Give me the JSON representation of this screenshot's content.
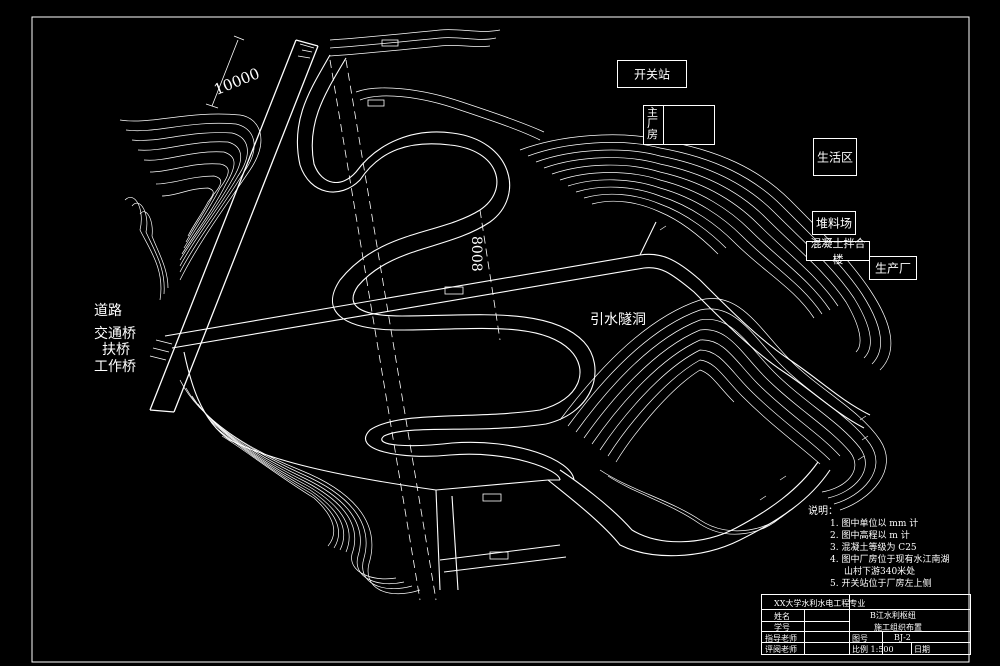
{
  "labels": {
    "switchyard": "开关站",
    "main_building_a": "主",
    "main_building_b": "厂",
    "main_building_c": "房",
    "living_area": "生活区",
    "stockpile": "堆料场",
    "concrete_mixing": "混凝土拌合楼",
    "factory": "生产厂",
    "road": "道路",
    "traffic_bridge": "交通桥",
    "trestle": "扶桥",
    "work_bridge": "工作桥",
    "diversion_tunnel": "引水隧洞",
    "dim_10000": "10000",
    "dim_8008": "8008"
  },
  "notes": {
    "title": "说明：",
    "items": [
      "1. 图中单位以 mm 计",
      "2. 图中高程以 m 计",
      "3. 混凝土等级为 C25",
      "4. 图中厂房位于现有水江南湖",
      "山村下游340米处",
      "5. 开关站位于厂房左上侧"
    ]
  },
  "title_block": {
    "school": "XX大学水利水电工程专业",
    "project_a": "B江水利枢纽",
    "project_b": "施工组织布置",
    "name_label": "姓名",
    "id_label": "学号",
    "advisor_label": "指导老师",
    "reviewer_label": "评阅老师",
    "drawing_no_label": "图号",
    "drawing_no": "BJ-2",
    "scale": "比例 1:500",
    "date_label": "日期"
  },
  "colors": {
    "line": "#ffffff",
    "background": "#000000"
  }
}
